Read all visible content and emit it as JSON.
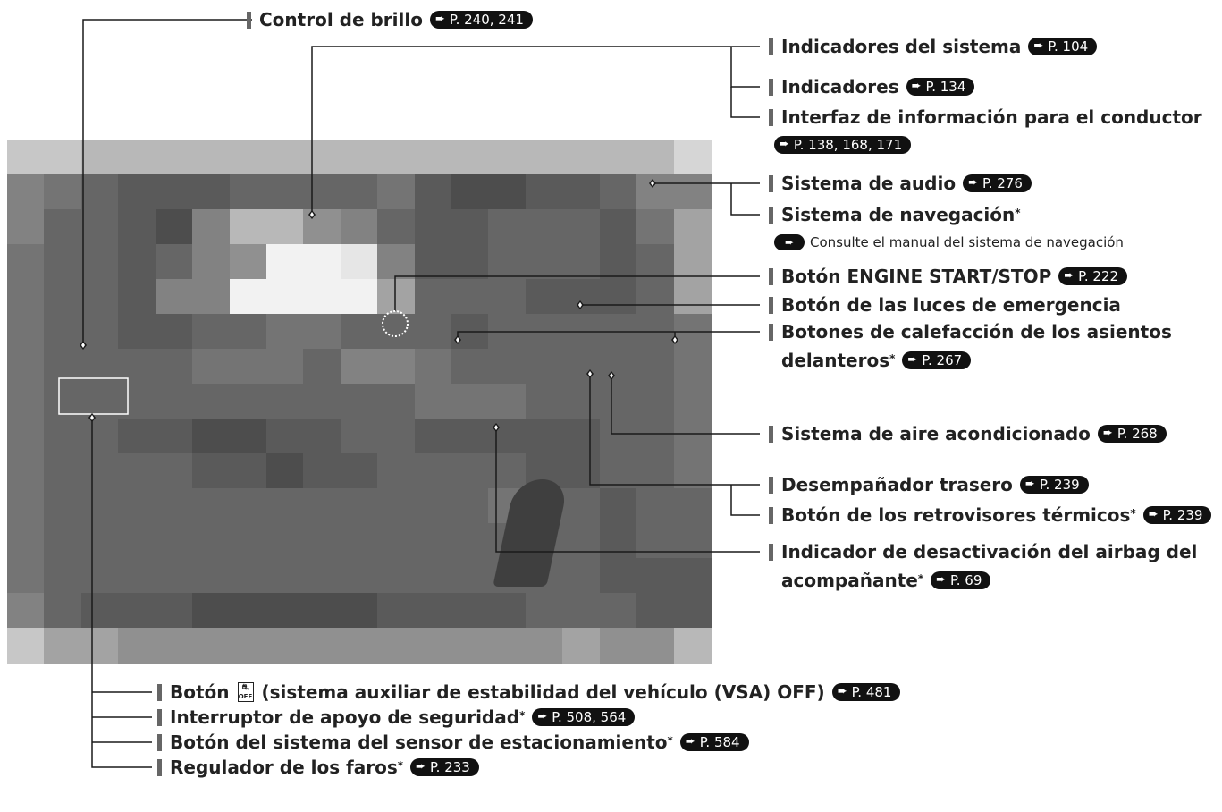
{
  "colors": {
    "leader": "#1a1a1a",
    "ref_pill": "#111111",
    "label_bar": "#666666"
  },
  "labels": {
    "brillo": {
      "text": "Control de brillo",
      "ref": "P. 240, 241"
    },
    "ind_sistema": {
      "text": "Indicadores del sistema",
      "ref": "P. 104"
    },
    "indicadores": {
      "text": "Indicadores",
      "ref": "P. 134"
    },
    "interfaz": {
      "text": "Interfaz de información para el conductor",
      "ref": "P. 138, 168, 171"
    },
    "audio": {
      "text": "Sistema de audio",
      "ref": "P. 276"
    },
    "navegacion": {
      "text": "Sistema de navegación",
      "note": "Consulte el manual del sistema de navegación"
    },
    "engine": {
      "text": "Botón ENGINE START/STOP",
      "ref": "P. 222"
    },
    "emergencia": {
      "text": "Botón de las luces de emergencia"
    },
    "calefaccion": {
      "line1": "Botones de calefacción de los asientos",
      "line2": "delanteros",
      "ref": "P. 267"
    },
    "aire": {
      "text": "Sistema de aire acondicionado",
      "ref": "P. 268"
    },
    "desempanador": {
      "text": "Desempañador trasero",
      "ref": "P. 239"
    },
    "retrovisores": {
      "text": "Botón de los retrovisores térmicos",
      "ref": "P. 239"
    },
    "airbag": {
      "line1": "Indicador de desactivación del airbag del",
      "line2": "acompañante",
      "ref": "P. 69"
    },
    "vsa": {
      "prefix": "Botón",
      "icon_text": "OFF",
      "suffix": "(sistema auxiliar de estabilidad del vehículo (VSA) OFF)",
      "ref": "P. 481"
    },
    "seguridad": {
      "text": "Interruptor de apoyo de seguridad",
      "ref": "P. 508, 564"
    },
    "sensor": {
      "text": "Botón del sistema del sensor de estacionamiento",
      "ref": "P. 584"
    },
    "faros": {
      "text": "Regulador de los faros",
      "ref": "P. 233"
    }
  },
  "asterisk": "*"
}
